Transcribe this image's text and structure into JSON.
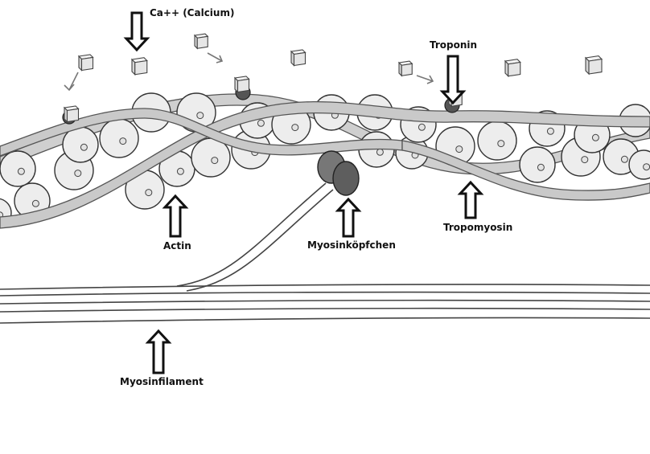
{
  "labels": {
    "calcium": "Ca++ (Calcium)",
    "troponin": "Troponin",
    "actin": "Actin",
    "myosin_head": "Myosinköpfchen",
    "tropomyosin": "Tropomyosin",
    "myosin_filament": "Myosinfilament"
  },
  "colors": {
    "background": "#ffffff",
    "stroke": "#333333",
    "actin_fill": "#ededed",
    "strand_fill": "#c9c9c9",
    "troponin_fill": "#555555",
    "myosin_head_fill": "#666666",
    "label_text": "#111111"
  },
  "icons": {
    "pointer_arrow": "outline-arrow-icon",
    "calcium_ion": "cube-icon"
  }
}
